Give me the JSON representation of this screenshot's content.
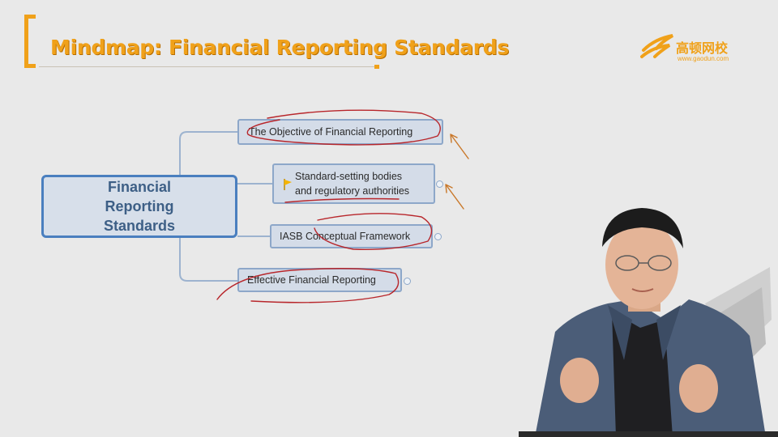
{
  "slide": {
    "title": "Mindmap: Financial Reporting Standards",
    "accent_color": "#f0a11a"
  },
  "logo": {
    "name_cn": "高顿网校",
    "url": "www.gaodun.com"
  },
  "mindmap": {
    "root": "Financial Reporting Standards",
    "branches": [
      {
        "label": "The Objective of Financial Reporting"
      },
      {
        "label_line1": "Standard-setting bodies",
        "label_line2": "and regulatory authorities",
        "flag": "flag-icon"
      },
      {
        "label": "IASB Conceptual Framework"
      },
      {
        "label": "Effective Financial Reporting"
      }
    ]
  }
}
